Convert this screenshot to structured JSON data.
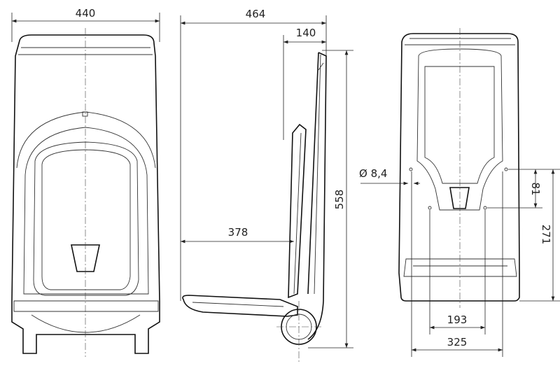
{
  "front_view": {
    "width_label": "440"
  },
  "side_view": {
    "depth_label": "464",
    "back_depth_label": "140",
    "height_label": "558",
    "seat_depth_label": "378"
  },
  "rear_view": {
    "hole_diameter_label": "Ø 8,4",
    "hole_vertical_spacing_label": "81",
    "hole_height_label": "271",
    "inner_hole_spacing_label": "193",
    "outer_hole_spacing_label": "325"
  }
}
